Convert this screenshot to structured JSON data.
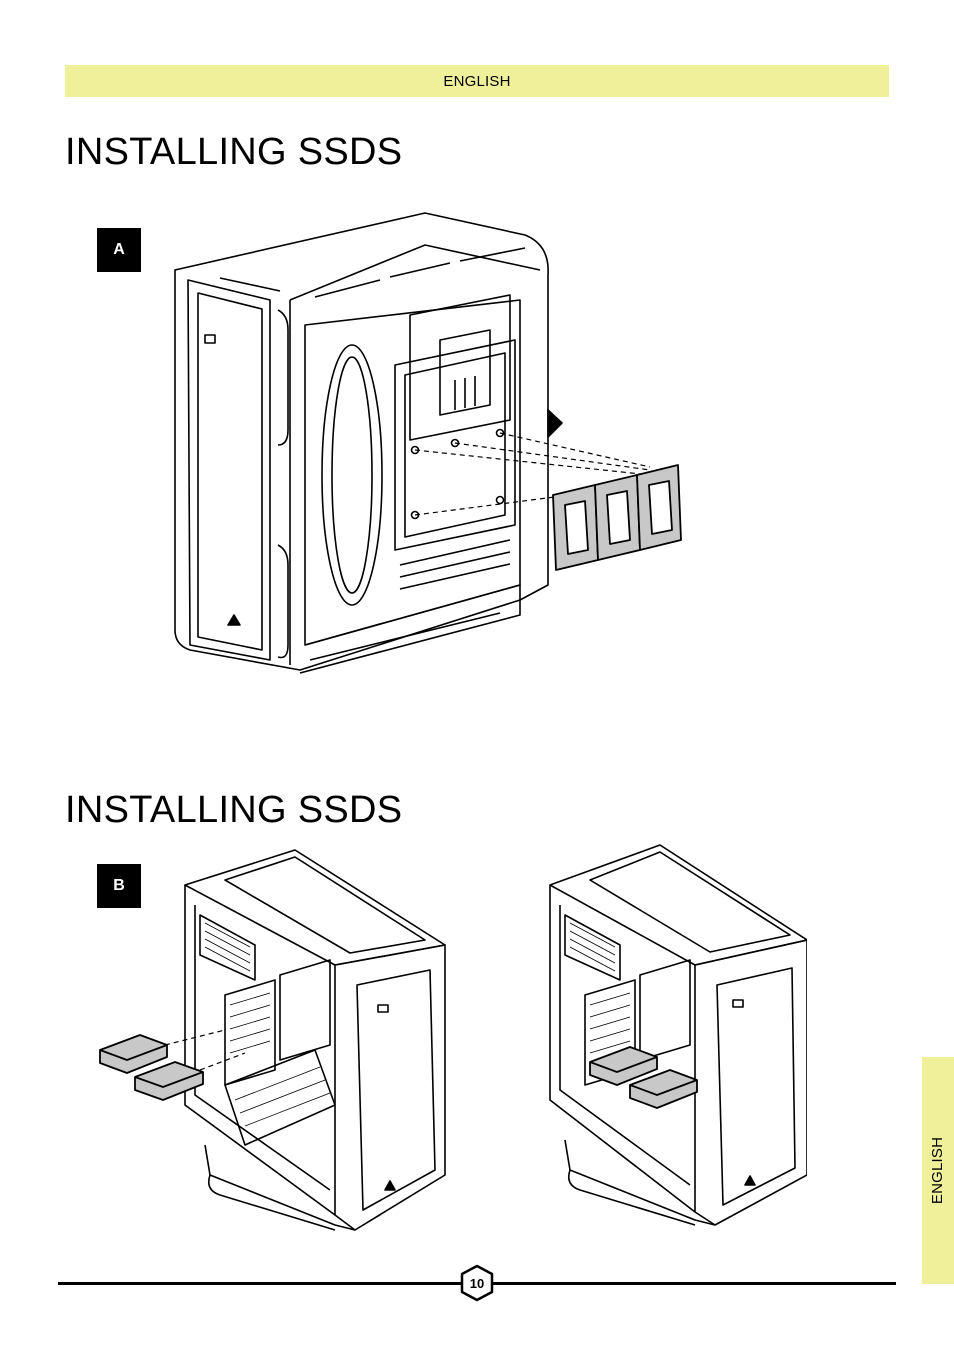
{
  "header": {
    "language": "ENGLISH"
  },
  "section_a": {
    "title": "INSTALLING SSDS",
    "step": "A"
  },
  "section_b": {
    "title": "INSTALLING SSDS",
    "step": "B"
  },
  "side_tab": {
    "language": "ENGLISH"
  },
  "footer": {
    "page_number": "10"
  },
  "colors": {
    "accent": "#f0f09a",
    "ink": "#000000"
  }
}
